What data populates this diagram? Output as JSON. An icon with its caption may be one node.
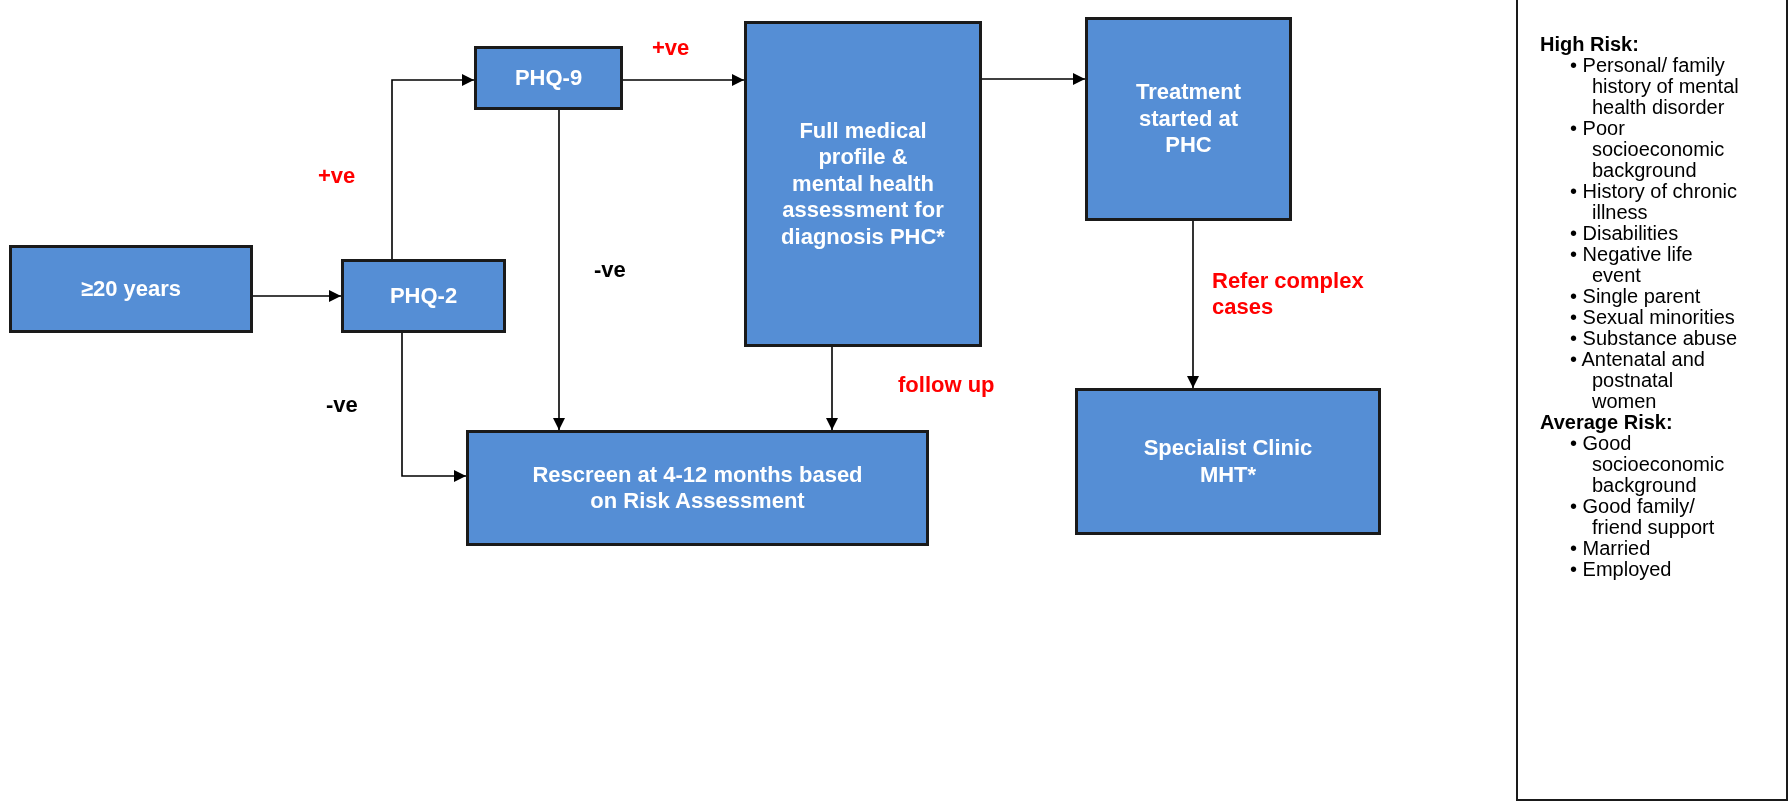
{
  "diagram": {
    "nodes": [
      {
        "text": [
          "≥20 years"
        ]
      },
      {
        "text": [
          "PHQ-2"
        ]
      },
      {
        "text": [
          "PHQ-9"
        ]
      },
      {
        "text": [
          "Full medical profile & mental health assessment for diagnosis PHC*"
        ]
      },
      {
        "text": [
          "Treatment started  at PHC"
        ]
      },
      {
        "text": [
          "Rescreen at 4-12 months based on Risk Assessment"
        ]
      },
      {
        "text": [
          "Specialist Clinic MHT*"
        ]
      },
      {
        "text": [
          "High Risk:",
          "• Personal/ family history of mental health disorder",
          "• Poor socioeconomic background",
          "• History of chronic illness",
          "• Disabilities",
          "• Negative life event",
          "• Single parent",
          "• Sexual minorities",
          "• Substance abuse",
          "• Antenatal and postnatal women",
          "**Average Risk**:",
          "• Good socioeconomic background",
          "• Good family/ friend support",
          "• Married",
          "• Employed"
        ]
      }
    ],
    "edges": [
      {
        "from": 0,
        "to": 1,
        "arrow": "to"
      },
      {
        "from": 1,
        "to": 2,
        "arrow": "to",
        "label": "+ve"
      },
      {
        "from": 2,
        "to": 3,
        "arrow": "to",
        "label": "+ve"
      },
      {
        "from": 3,
        "to": 4,
        "arrow": "to"
      },
      {
        "from": 1,
        "to": 5,
        "arrow": "to",
        "label": "-ve"
      },
      {
        "from": 2,
        "to": 5,
        "arrow": "to",
        "label": "-ve"
      },
      {
        "from": 3,
        "to": 5,
        "arrow": "to",
        "label": "follow up"
      },
      {
        "from": 4,
        "to": 6,
        "arrow": "to",
        "label": "Refer complex cases"
      }
    ]
  }
}
